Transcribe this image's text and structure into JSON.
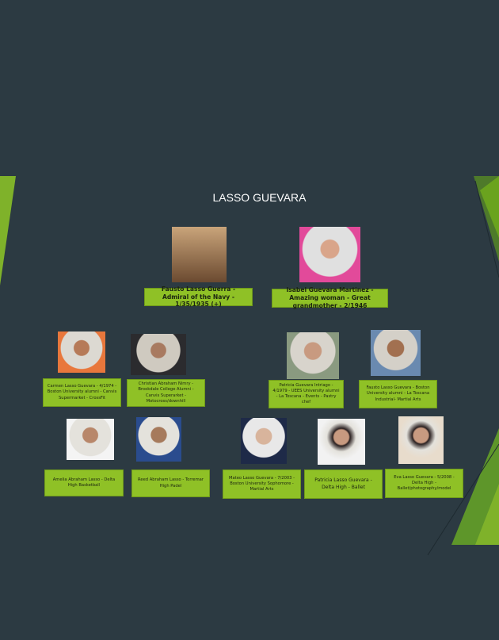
{
  "title": "LASSO GUEVARA",
  "colors": {
    "background": "#2c3a42",
    "label": "#8fc126",
    "accent": "#6aa31e"
  },
  "people": [
    {
      "label": "Fausto Lasso Guerra - Admiral of the Navy - 1/35/1935 (+)"
    },
    {
      "label": "Isabel Guevara Martinez - Amazing woman - Great grandmother - 2/1946"
    },
    {
      "label": "Carmen Lasso Guevara - 4/1974 - Boston University alumni - Canvis Supermarket - CrossFit"
    },
    {
      "label": "Christian Abraham Nimry - Brookdale College Alumni - Canvis Superarket - Motocross/downhill"
    },
    {
      "label": "Patricia Guevara Intriago - 4/1979 - UEES University alumni - La Toscana - Events - Pastry chef"
    },
    {
      "label": "Fausto Lasso Guevara - Boston University alumni - La Toscana Industrial- Martial Arts"
    },
    {
      "label": "Amelia Abraham Lasso - Delta High Basketball"
    },
    {
      "label": "Reed Abraham Lasso - Torremar High Padel"
    },
    {
      "label": "Mateo Lasso Guevara - 7/2003 - Boston University Sophomore - Martial Arts"
    },
    {
      "label": "Patricia Lasso Guevara - Delta High - Ballet"
    },
    {
      "label": "Eva Lasso Guevara - 5/2008 - Delta High - Ballet/photography/model"
    }
  ]
}
